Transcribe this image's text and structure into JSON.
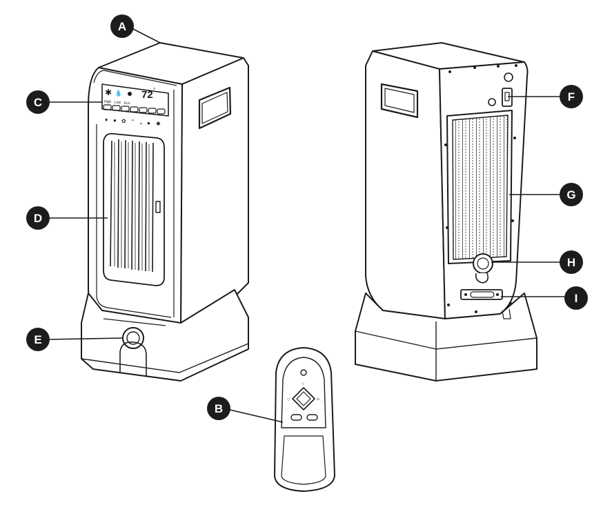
{
  "diagram": {
    "callouts": [
      {
        "id": "A",
        "letter": "A"
      },
      {
        "id": "B",
        "letter": "B"
      },
      {
        "id": "C",
        "letter": "C"
      },
      {
        "id": "D",
        "letter": "D"
      },
      {
        "id": "E",
        "letter": "E"
      },
      {
        "id": "F",
        "letter": "F"
      },
      {
        "id": "G",
        "letter": "G"
      },
      {
        "id": "H",
        "letter": "H"
      },
      {
        "id": "I",
        "letter": "I"
      }
    ],
    "display": {
      "temperature": "72",
      "degree_symbol": "°",
      "mode_labels": [
        "High",
        "Low",
        "Eco"
      ]
    },
    "colors": {
      "line": "#1a1a1a",
      "callout_fill": "#1c1c1c",
      "callout_text": "#ffffff",
      "background": "#ffffff"
    }
  }
}
